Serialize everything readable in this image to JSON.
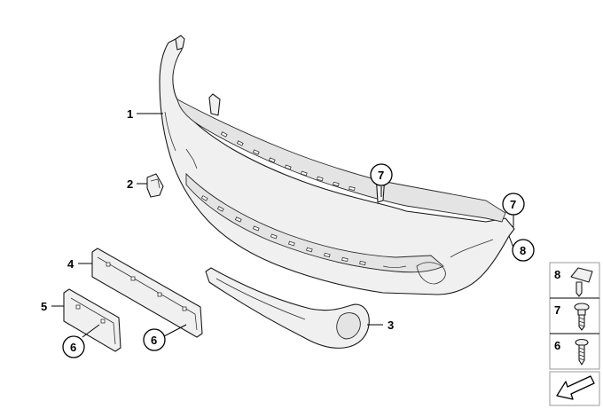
{
  "callouts": {
    "c1": "1",
    "c2": "2",
    "c3": "3",
    "c4": "4",
    "c5": "5",
    "c6a": "6",
    "c6b": "6",
    "c7a": "7",
    "c7b": "7",
    "c8": "8"
  },
  "legend": {
    "items": [
      "8",
      "7",
      "6"
    ]
  },
  "icons": {
    "nav": "arrow-icon"
  },
  "colors": {
    "line": "#1a1a1a",
    "fill": "#f0f0f0",
    "legend_border": "#9a9a9a"
  }
}
